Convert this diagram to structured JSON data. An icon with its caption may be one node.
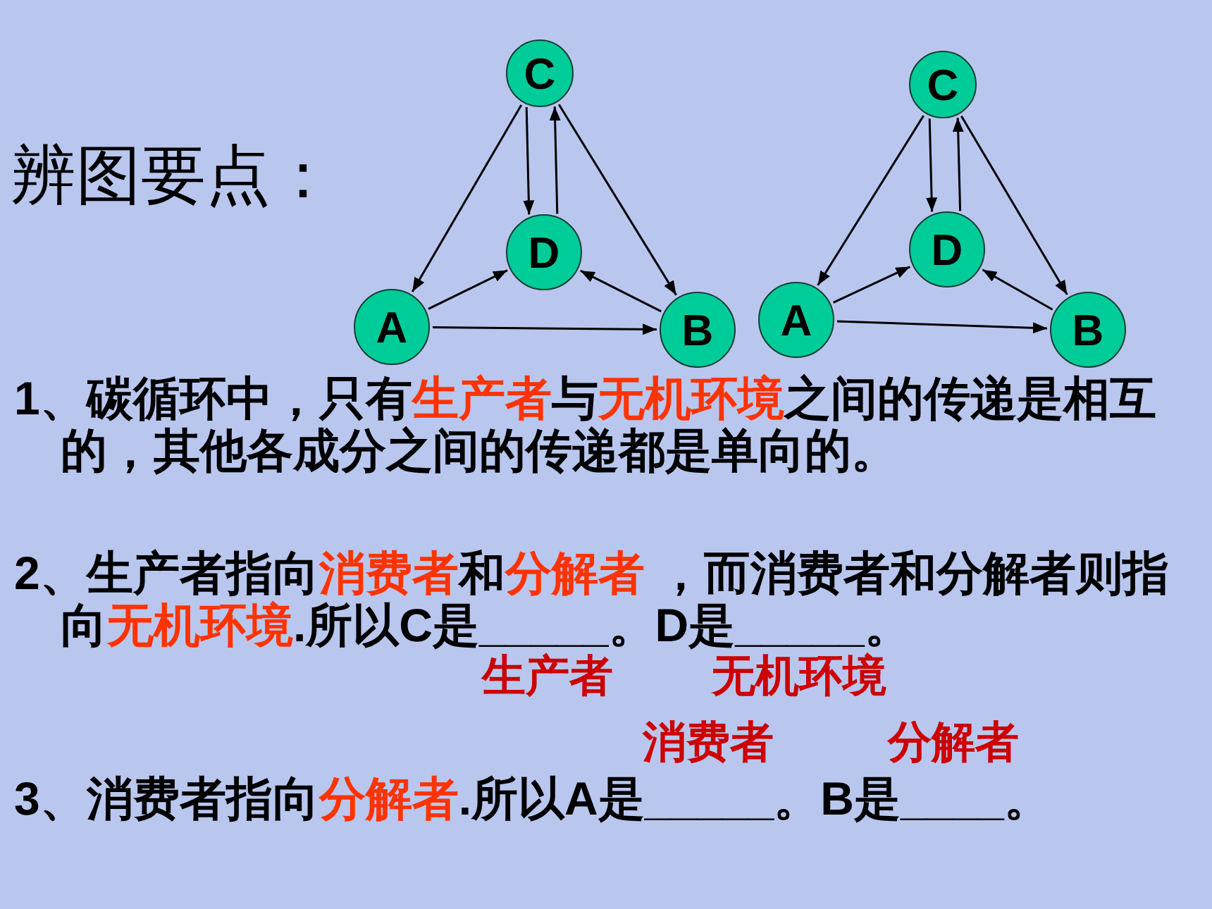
{
  "diagram": {
    "title": "辨图要点：",
    "nodes": [
      {
        "text": [
          "C"
        ]
      },
      {
        "text": [
          "D"
        ]
      },
      {
        "text": [
          "A"
        ]
      },
      {
        "text": [
          "B"
        ]
      },
      {
        "text": [
          "C"
        ]
      },
      {
        "text": [
          "D"
        ]
      },
      {
        "text": [
          "A"
        ]
      },
      {
        "text": [
          "B"
        ]
      }
    ],
    "edges": [
      {
        "from": 0,
        "to": 2,
        "arrow": "to"
      },
      {
        "from": 0,
        "to": 3,
        "arrow": "to"
      },
      {
        "from": 0,
        "to": 1,
        "arrow": "to"
      },
      {
        "from": 1,
        "to": 0,
        "arrow": "to"
      },
      {
        "from": 2,
        "to": 1,
        "arrow": "to"
      },
      {
        "from": 2,
        "to": 3,
        "arrow": "to"
      },
      {
        "from": 3,
        "to": 1,
        "arrow": "to"
      },
      {
        "from": 4,
        "to": 6,
        "arrow": "to"
      },
      {
        "from": 4,
        "to": 7,
        "arrow": "to"
      },
      {
        "from": 4,
        "to": 5,
        "arrow": "to"
      },
      {
        "from": 5,
        "to": 4,
        "arrow": "to"
      },
      {
        "from": 6,
        "to": 5,
        "arrow": "to"
      },
      {
        "from": 6,
        "to": 7,
        "arrow": "to"
      },
      {
        "from": 7,
        "to": 5,
        "arrow": "to"
      }
    ],
    "labels": [
      "1、碳循环中，只有**生产者**与**无机环境**之间的传递是相互的，其他各成分之间的传递都是单向的。",
      "2、生产者指向**消费者**和**分解者** ，而消费者和分解者则指向**无机环境**.所以C是_____。D是_____。",
      "生产者",
      "无机环境",
      "3、消费者指向**分解者**.所以A是_____。B是____。",
      "消费者",
      "分解者"
    ]
  }
}
